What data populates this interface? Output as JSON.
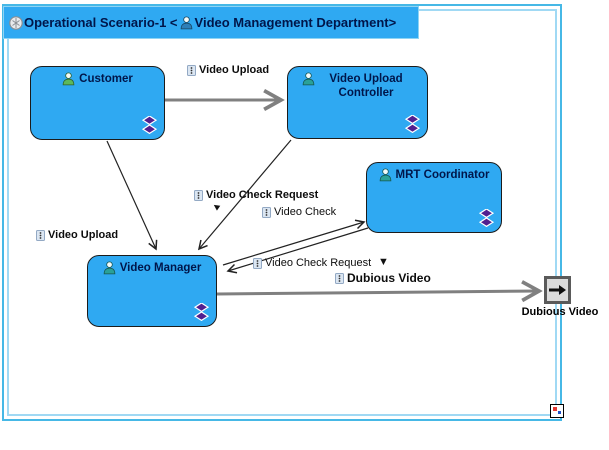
{
  "header": {
    "title_prefix": "Operational Scenario-1 <",
    "title_suffix": "Video Management Department>"
  },
  "entities": [
    {
      "label": "Customer"
    },
    {
      "label": "Video Upload Controller"
    },
    {
      "label": "MRT Coordinator"
    },
    {
      "label": "Video Manager"
    }
  ],
  "exchange_labels": [
    {
      "text": "Video Upload"
    },
    {
      "text": "Video Check Request"
    },
    {
      "text": "Video Check"
    },
    {
      "text": "Video Upload"
    },
    {
      "text": "Video Check Request"
    },
    {
      "text": "Dubious Video"
    }
  ],
  "port": {
    "label": "Dubious Video"
  },
  "colors": {
    "node_fill": "#2fa9f2",
    "frame_bright": "#46b8e6",
    "frame_light": "#a0d9f4",
    "edge_gray": "#808080",
    "title_text": "#00164a",
    "decorator_purple": "#511f8f",
    "person_green": "#5cb85c",
    "person_teal": "#2aa198"
  },
  "icons": [
    "scenario-icon",
    "operational-entity-icon",
    "exchange-item-icon",
    "representation-diamonds-icon",
    "exit-port-icon",
    "collapse-marker-icon",
    "direction-triangle-icon"
  ]
}
